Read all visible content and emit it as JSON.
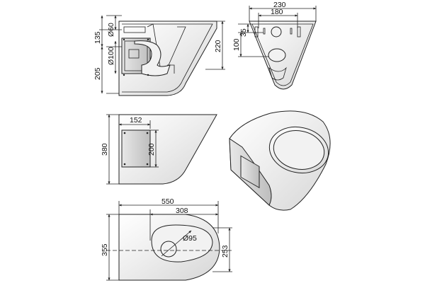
{
  "views": {
    "side_section": {
      "dims": {
        "d60": "Ø60",
        "h135": "135",
        "d100": "Ø100",
        "h205": "205",
        "h220": "220"
      }
    },
    "rear": {
      "dims": {
        "w230": "230",
        "w180": "180",
        "h100": "100",
        "h35": "35"
      }
    },
    "side": {
      "dims": {
        "w152": "152",
        "h200": "200",
        "h380": "380"
      }
    },
    "top": {
      "dims": {
        "w550": "550",
        "w308": "308",
        "d95": "Ø95",
        "h355": "355",
        "h253": "253"
      }
    }
  }
}
